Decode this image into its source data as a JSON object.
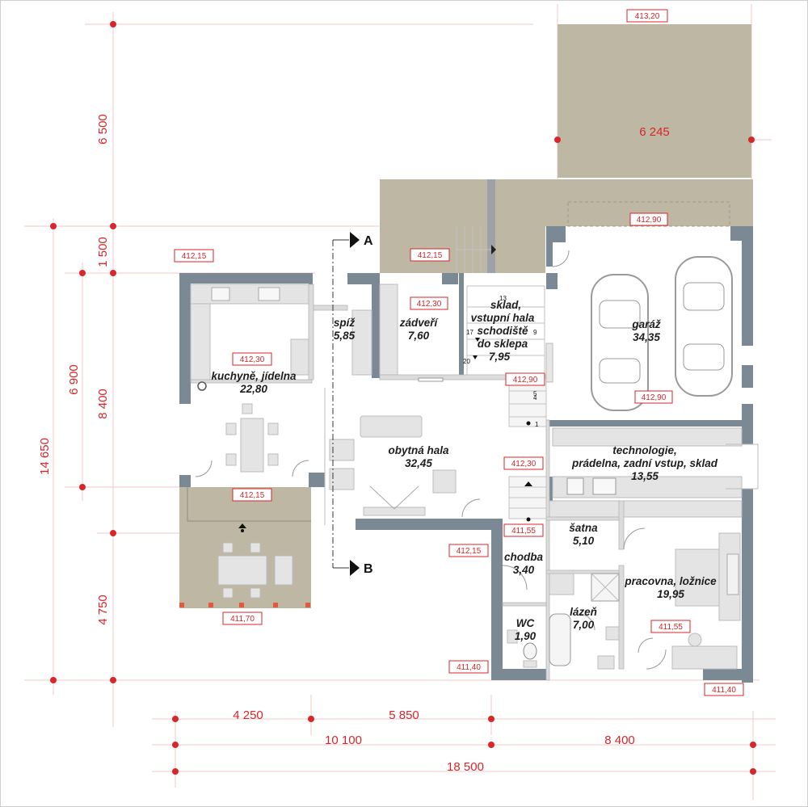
{
  "dimensions": {
    "top_width": "6 245",
    "left_vertical": [
      "6 500",
      "1 500",
      "6 900",
      "8 400",
      "14 650",
      "4 750"
    ],
    "bottom_row1": [
      "4 250",
      "5 850"
    ],
    "bottom_row2": [
      "10 100",
      "8 400"
    ],
    "bottom_total": "18 500"
  },
  "levels": {
    "garage_drive": "413,20",
    "garage_entry": "412,90",
    "garage_floor": "412,90",
    "kitchen_outside": "412,15",
    "back_entry": "412,15",
    "zadveri": "412,30",
    "kitchen": "412,30",
    "storage_stair": "412,90",
    "hall_east": "412,30",
    "terrace": "412,15",
    "hall_south": "412,15",
    "corridor": "411,55",
    "bedroom": "411,55",
    "terrace_edge": "411,70",
    "wc_south": "411,40",
    "south_east": "411,40"
  },
  "sections": {
    "a": "A",
    "b": "B"
  },
  "stair_numbers": [
    "13",
    "17",
    "9",
    "20",
    "5",
    "4",
    "1"
  ],
  "rooms": [
    {
      "name": "kuchyně, jídelna",
      "area": "22,80"
    },
    {
      "name": "spíž",
      "area": "5,85"
    },
    {
      "name": "zádveří",
      "area": "7,60"
    },
    {
      "name_lines": [
        "sklad,",
        "vstupní hala",
        "schodiště",
        "do sklepa"
      ],
      "area": "7,95"
    },
    {
      "name": "garáž",
      "area": "34,35"
    },
    {
      "name": "obytná hala",
      "area": "32,45"
    },
    {
      "name_lines": [
        "technologie,",
        "prádelna, zadní vstup, sklad"
      ],
      "area": "13,55"
    },
    {
      "name": "šatna",
      "area": "5,10"
    },
    {
      "name": "chodba",
      "area": "3,40"
    },
    {
      "name": "pracovna, ložnice",
      "area": "19,95"
    },
    {
      "name": "lázeň",
      "area": "7,00"
    },
    {
      "name": "WC",
      "area": "1,90"
    }
  ],
  "colors": {
    "dimension": "#d8262a",
    "wall": "#7b8994",
    "terrace": "#bdb7a4",
    "grid": "#f3c9c9",
    "furniture": "#e4e4e4"
  }
}
